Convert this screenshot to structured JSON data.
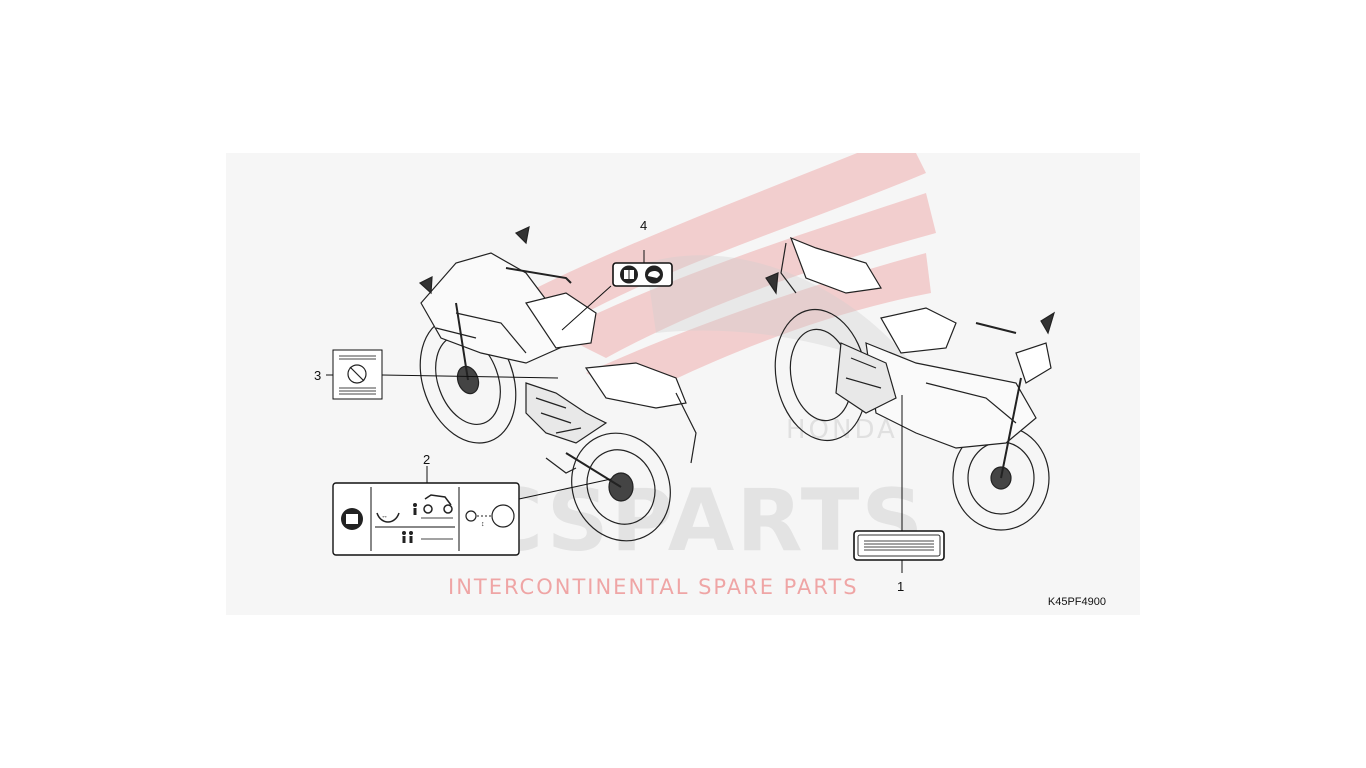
{
  "diagram": {
    "part_code": "K45PF4900",
    "callouts": [
      {
        "id": "1",
        "label": "1"
      },
      {
        "id": "2",
        "label": "2"
      },
      {
        "id": "3",
        "label": "3"
      },
      {
        "id": "4",
        "label": "4"
      }
    ]
  },
  "watermark": {
    "brand_big": "ICSPARTS",
    "tagline": "INTERCONTINENTAL SPARE PARTS",
    "honda": "HONDA",
    "colors": {
      "red": "#e74545",
      "gray": "#dcdcdc"
    }
  }
}
